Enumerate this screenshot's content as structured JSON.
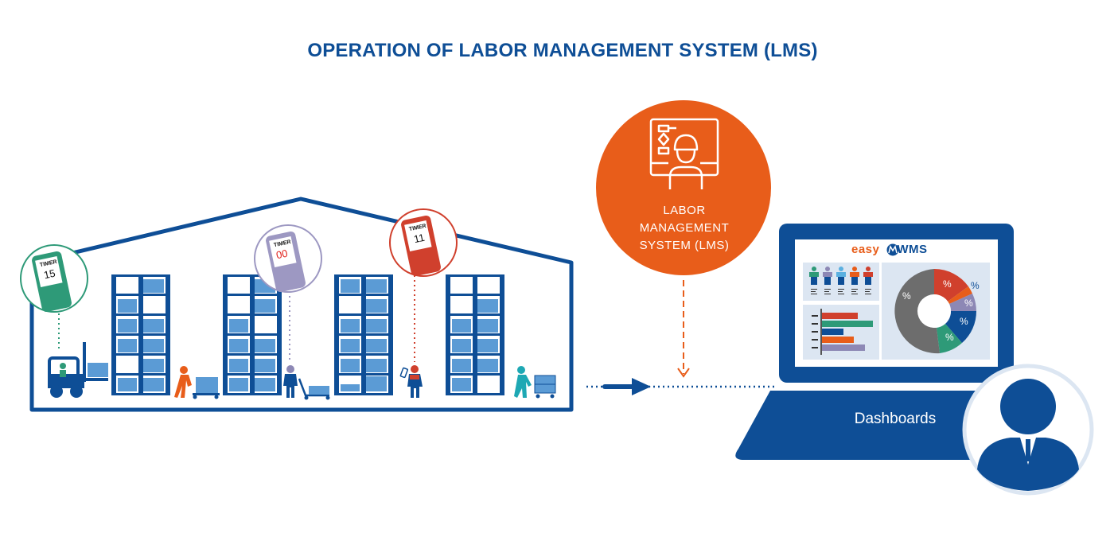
{
  "header": {
    "title": "OPERATION OF LABOR MANAGEMENT SYSTEM (LMS)"
  },
  "lms": {
    "lines": [
      "LABOR",
      "MANAGEMENT",
      "SYSTEM (LMS)"
    ],
    "icon": "worker-flowchart-icon",
    "color": "#e85d1a"
  },
  "warehouse": {
    "timers": [
      {
        "label": "TIMER",
        "value": "15",
        "color": "#2e9a78"
      },
      {
        "label": "TIMER",
        "value": "00",
        "color": "#9d98c2"
      },
      {
        "label": "TIMER",
        "value": "11",
        "color": "#d0402d"
      }
    ],
    "workers": [
      "forklift-operator",
      "picker-with-pallet-jack",
      "worker-with-trolley",
      "worker-with-scanner",
      "worker-with-cart"
    ]
  },
  "dashboard": {
    "brand_left": "easy",
    "brand_right": "WMS",
    "label": "Dashboards",
    "donut_labels": [
      "%",
      "%",
      "%",
      "%",
      "%",
      "%"
    ]
  },
  "colors": {
    "primary": "#0e4e96",
    "accent": "#e85d1a",
    "rack_box": "#5b9bd5",
    "panel": "#dce6f2"
  }
}
